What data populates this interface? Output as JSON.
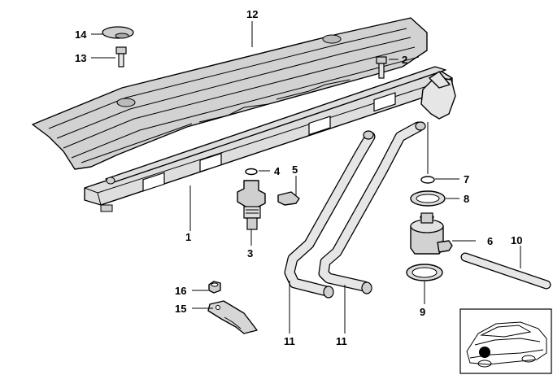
{
  "callouts": {
    "c1": "1",
    "c2": "2",
    "c3": "3",
    "c4": "4",
    "c5": "5",
    "c6": "6",
    "c7": "7",
    "c8": "8",
    "c9": "9",
    "c10": "10",
    "c11a": "11",
    "c11b": "11",
    "c12": "12",
    "c13": "13",
    "c14": "14",
    "c15": "15",
    "c16": "16"
  },
  "colors": {
    "cover": "#d2d2d2",
    "rail": "#dedede",
    "hose": "#e6e6e6",
    "part": "#cfcfcf",
    "marker": "#000000"
  },
  "thumbnail": {
    "icon": "car-location-icon"
  }
}
